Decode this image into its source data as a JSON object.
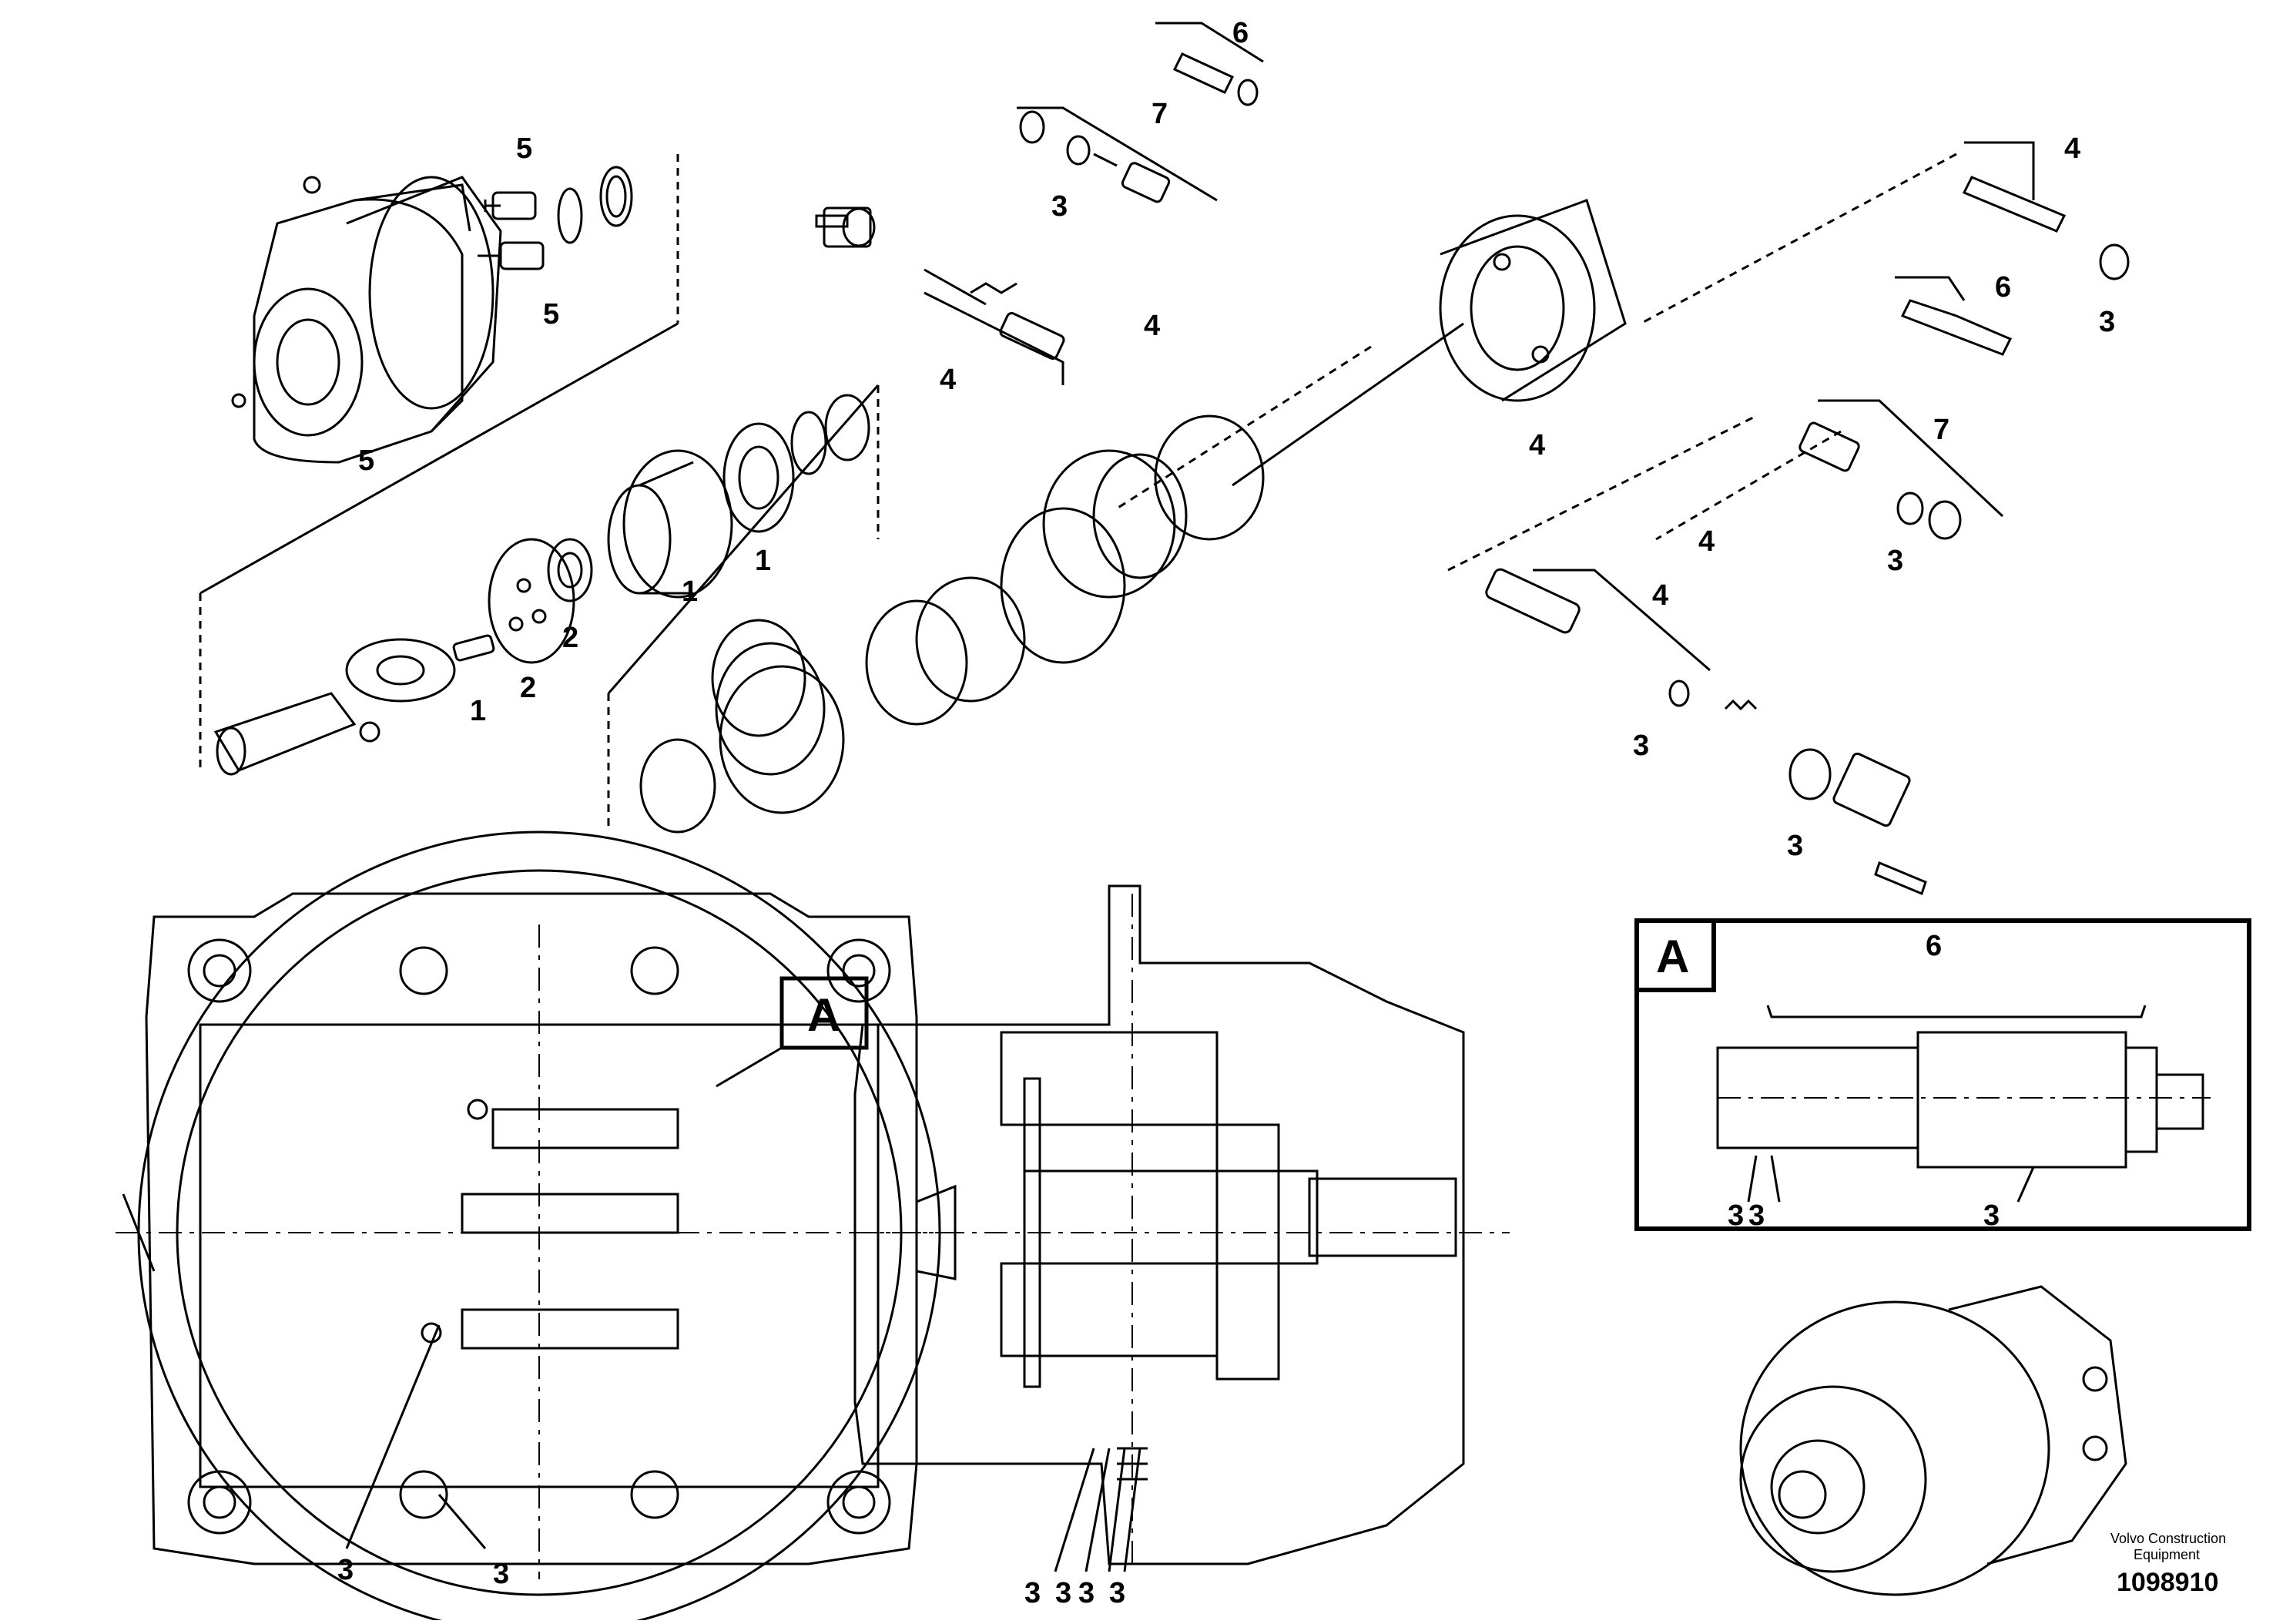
{
  "diagram": {
    "view_label": "A",
    "brand_line1": "Volvo Construction",
    "brand_line2": "Equipment",
    "part_number": "1098910"
  },
  "callouts": {
    "c1a": "1",
    "c1b": "1",
    "c1c": "1",
    "c2a": "2",
    "c2b": "2",
    "c3a": "3",
    "c3b": "3",
    "c3c": "3",
    "c3d": "3",
    "c3e": "3",
    "c3f": "3",
    "c3g": "3",
    "c3h": "3",
    "c3i": "3",
    "c3j": "3",
    "c3k": "3",
    "c3l": "3",
    "c3m": "3",
    "c3n": "3",
    "c4a": "4",
    "c4b": "4",
    "c4c": "4",
    "c4d": "4",
    "c4e": "4",
    "c4f": "4",
    "c5a": "5",
    "c5b": "5",
    "c5c": "5",
    "c6a": "6",
    "c6b": "6",
    "c6c": "6",
    "c7a": "7",
    "c7b": "7"
  }
}
